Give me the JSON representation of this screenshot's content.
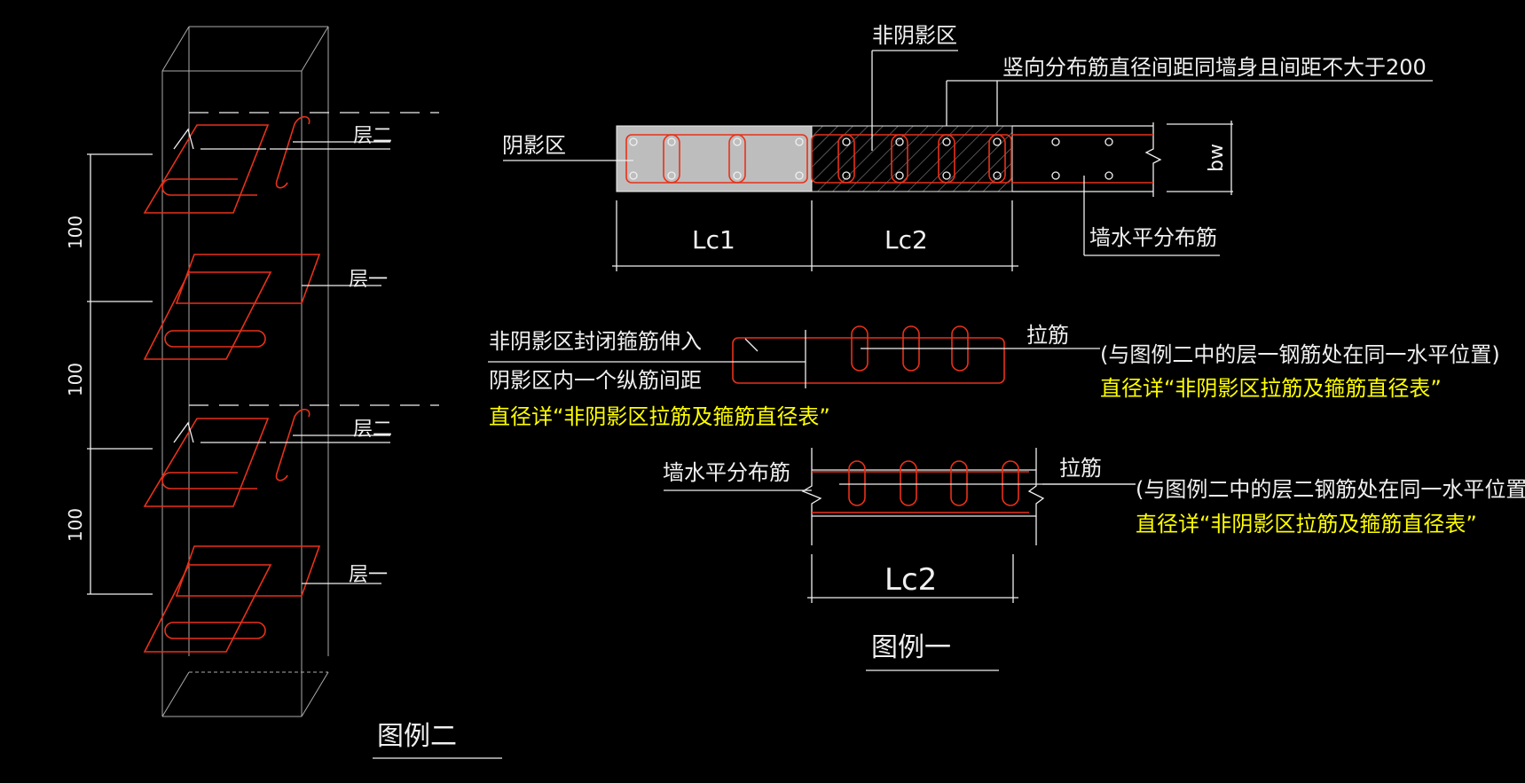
{
  "legend2": {
    "dims": [
      "100",
      "100",
      "100"
    ],
    "layers": [
      "层二",
      "层一",
      "层二",
      "层一"
    ],
    "caption": "图例二"
  },
  "legend1": {
    "label_shadow": "阴影区",
    "label_nonshadow": "非阴影区",
    "label_vertical": "竖向分布筋直径间距同墙身且间距不大于200",
    "label_bw": "bw",
    "label_lc1": "Lc1",
    "label_lc2": "Lc2",
    "label_wall_horiz": "墙水平分布筋",
    "stirrup_line1": "非阴影区封闭箍筋伸入",
    "stirrup_line2": "阴影区内一个纵筋间距",
    "stirrup_line3": "直径详“非阴影区拉筋及箍筋直径表”",
    "tie1_label": "拉筋",
    "tie1_note": "(与图例二中的层一钢筋处在同一水平位置)",
    "tie1_detail": "直径详“非阴影区拉筋及箍筋直径表”",
    "wall_horiz_label": "墙水平分布筋",
    "tie2_label": "拉筋",
    "tie2_note": "(与图例二中的层二钢筋处在同一水平位置)",
    "tie2_detail": "直径详“非阴影区拉筋及箍筋直径表”",
    "lc2_bottom": "Lc2",
    "caption": "图例一"
  },
  "colors": {
    "background": "#000000",
    "line": "#f0f0f0",
    "rebar": "#e8311a",
    "note": "#ffff00",
    "shadow_fill": "#bdbdbd"
  }
}
